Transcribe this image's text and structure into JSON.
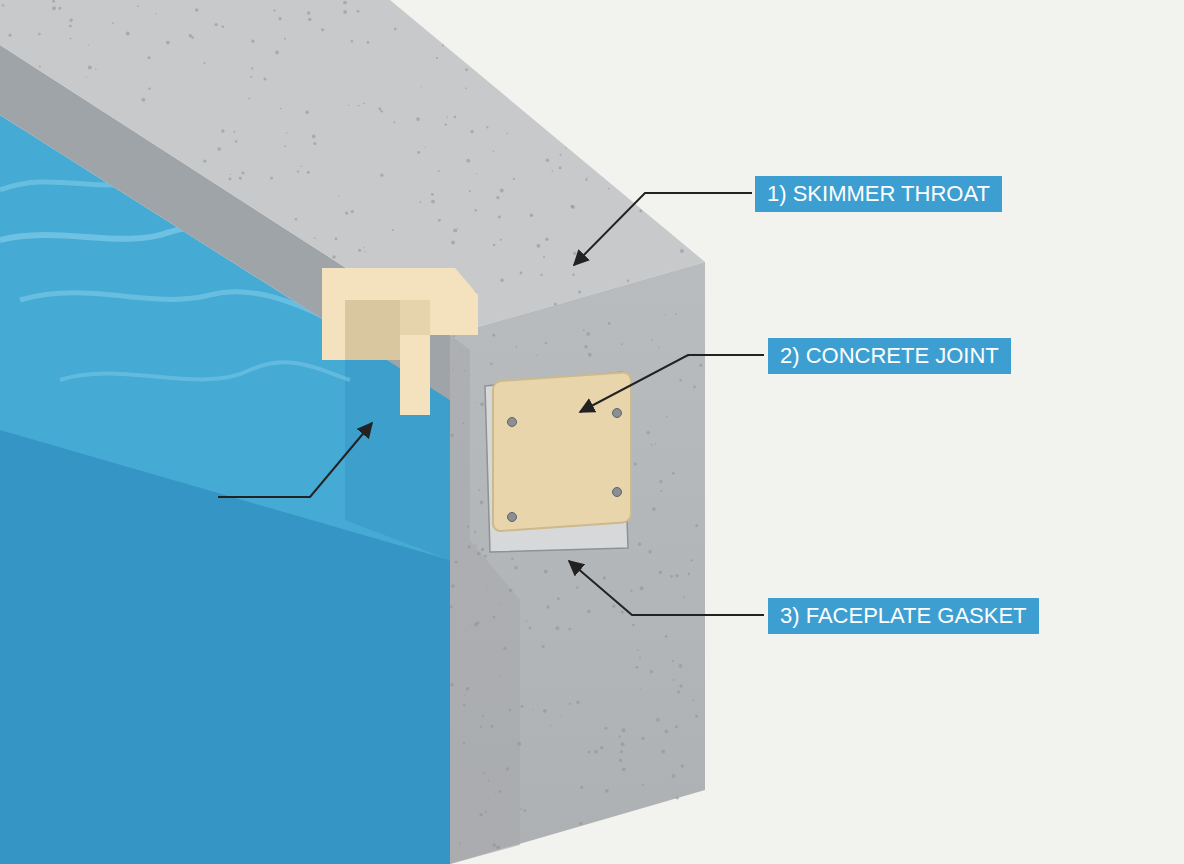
{
  "diagram": {
    "nodes": [
      {
        "text": [
          "1) SKIMMER THROAT"
        ]
      },
      {
        "text": [
          "2) CONCRETE JOINT"
        ]
      },
      {
        "text": [
          "3) FACEPLATE GASKET"
        ]
      }
    ]
  }
}
